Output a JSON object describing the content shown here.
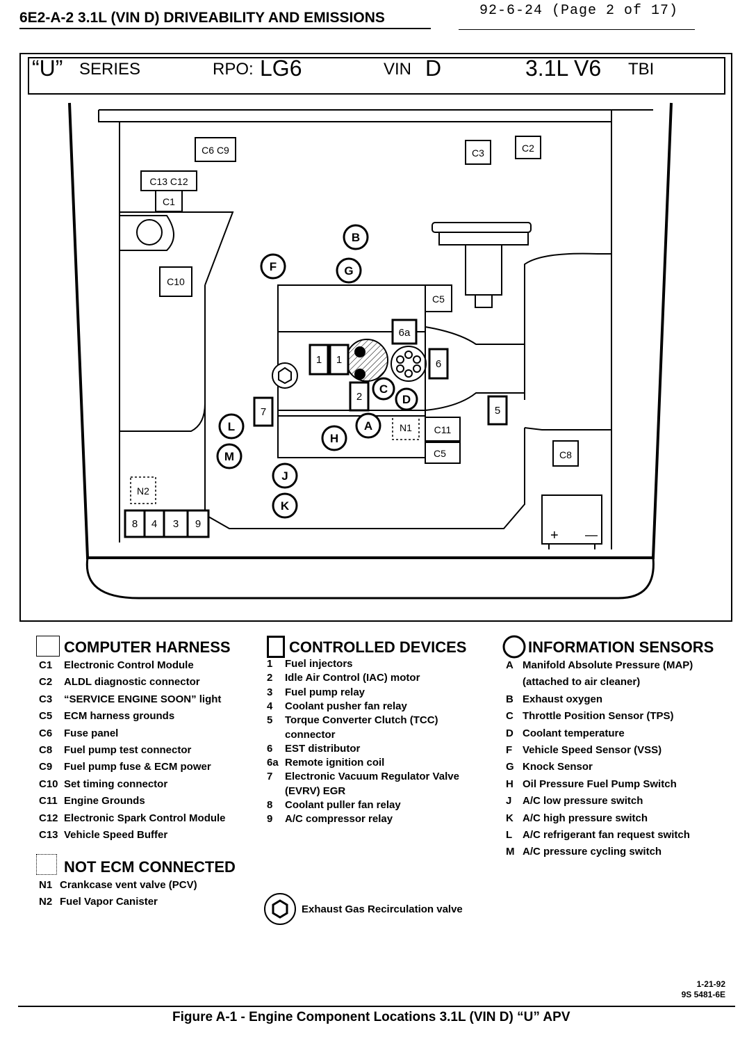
{
  "header": {
    "section": "6E2-A-2  3.1L  (VIN D)  DRIVEABILITY AND EMISSIONS",
    "page_ref": "92-6-24 (Page 2 of 17)"
  },
  "series_bar": {
    "series_q": "“U”",
    "series_word": "SERIES",
    "rpo_label": "RPO:",
    "rpo_value": "LG6",
    "vin_label": "VIN",
    "vin_value": "D",
    "engine": "3.1L  V6",
    "tbi": "TBI"
  },
  "diagram_labels": {
    "c6c9": "C6 C9",
    "c3": "C3",
    "c2": "C2",
    "c13c12": "C13 C12",
    "c1": "C1",
    "c10": "C10",
    "c5a": "C5",
    "c5b": "C5",
    "c11": "C11",
    "c8": "C8",
    "b": "B",
    "f": "F",
    "g": "G",
    "a": "A",
    "c": "C",
    "d": "D",
    "h": "H",
    "l": "L",
    "m": "M",
    "j": "J",
    "k": "K",
    "d6a": "6a",
    "d6": "6",
    "d1a": "1",
    "d1b": "1",
    "d2": "2",
    "d7": "7",
    "d5": "5",
    "d8": "8",
    "d4": "4",
    "d3": "3",
    "d9": "9",
    "n1": "N1",
    "n2": "N2",
    "plus": "+",
    "minus": "—"
  },
  "legend": {
    "computer_harness": {
      "title": "COMPUTER HARNESS",
      "items": [
        {
          "code": "C1",
          "text": "Electronic Control Module"
        },
        {
          "code": "C2",
          "text": "ALDL diagnostic connector"
        },
        {
          "code": "C3",
          "text": "“SERVICE ENGINE SOON” light"
        },
        {
          "code": "C5",
          "text": "ECM harness grounds"
        },
        {
          "code": "C6",
          "text": "Fuse panel"
        },
        {
          "code": "C8",
          "text": "Fuel pump test connector"
        },
        {
          "code": "C9",
          "text": "Fuel pump fuse & ECM power"
        },
        {
          "code": "C10",
          "text": "Set timing connector"
        },
        {
          "code": "C11",
          "text": "Engine Grounds"
        },
        {
          "code": "C12",
          "text": "Electronic Spark Control Module"
        },
        {
          "code": "C13",
          "text": "Vehicle Speed Buffer"
        }
      ]
    },
    "not_ecm": {
      "title": "NOT ECM CONNECTED",
      "items": [
        {
          "code": "N1",
          "text": "Crankcase vent valve (PCV)"
        },
        {
          "code": "N2",
          "text": "Fuel Vapor Canister"
        }
      ]
    },
    "controlled_devices": {
      "title": "CONTROLLED DEVICES",
      "items": [
        {
          "code": "1",
          "text": "Fuel injectors"
        },
        {
          "code": "2",
          "text": "Idle Air Control (IAC) motor"
        },
        {
          "code": "3",
          "text": "Fuel pump relay"
        },
        {
          "code": "4",
          "text": "Coolant pusher fan relay"
        },
        {
          "code": "5",
          "text": "Torque Converter Clutch (TCC)"
        },
        {
          "code": "",
          "text": "connector"
        },
        {
          "code": "6",
          "text": "EST distributor"
        },
        {
          "code": "6a",
          "text": "Remote ignition coil"
        },
        {
          "code": "7",
          "text": "Electronic Vacuum Regulator Valve"
        },
        {
          "code": "",
          "text": "(EVRV) EGR"
        },
        {
          "code": "8",
          "text": "Coolant puller fan relay"
        },
        {
          "code": "9",
          "text": "A/C compressor relay"
        }
      ]
    },
    "information_sensors": {
      "title": "INFORMATION SENSORS",
      "items": [
        {
          "code": "A",
          "text": "Manifold Absolute Pressure (MAP)"
        },
        {
          "code": "",
          "text": "(attached to air cleaner)"
        },
        {
          "code": "B",
          "text": "Exhaust oxygen"
        },
        {
          "code": "C",
          "text": "Throttle Position Sensor (TPS)"
        },
        {
          "code": "D",
          "text": "Coolant temperature"
        },
        {
          "code": "F",
          "text": "Vehicle Speed Sensor (VSS)"
        },
        {
          "code": "G",
          "text": "Knock Sensor"
        },
        {
          "code": "H",
          "text": "Oil Pressure Fuel Pump Switch"
        },
        {
          "code": "J",
          "text": "A/C low pressure switch"
        },
        {
          "code": "K",
          "text": "A/C high pressure switch"
        },
        {
          "code": "L",
          "text": "A/C refrigerant fan request switch"
        },
        {
          "code": "M",
          "text": "A/C pressure cycling switch"
        }
      ]
    },
    "egr": "Exhaust Gas Recirculation valve"
  },
  "stamp": {
    "date": "1-21-92",
    "number": "9S 5481-6E"
  },
  "footer": "Figure A-1 - Engine Component Locations  3.1L  (VIN D)  “U”  APV"
}
